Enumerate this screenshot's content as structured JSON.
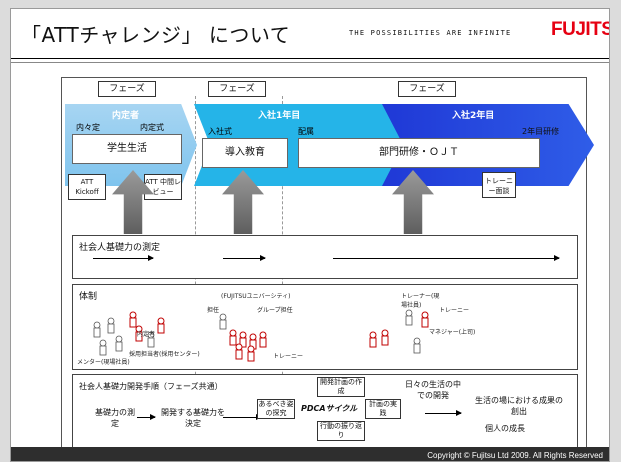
{
  "header": {
    "title": "「ATTチャレンジ」 について",
    "tagline": "THE POSSIBILITIES ARE INFINITE",
    "logo": "FUJITSU"
  },
  "phases": {
    "tab1": "フェーズ",
    "tab2": "フェーズ",
    "tab3": "フェーズ",
    "p1": {
      "title": "内定者",
      "left_label": "内々定",
      "right_label": "内定式",
      "box": "学生生活",
      "sub1": "ATT Kickoff",
      "sub2": "ATT 中間レビュー"
    },
    "p2": {
      "title": "入社1年目",
      "left_label": "入社式",
      "right_label": "配属",
      "box": "導入教育",
      "box2": "部門研修・ＯＪＴ"
    },
    "p3": {
      "title": "入社2年目",
      "right_label": "2年目研修",
      "sub": "トレーニー面談"
    }
  },
  "measurement": {
    "title": "社会人基礎力の測定"
  },
  "structure": {
    "title": "体制",
    "labels": [
      "内定者",
      "メンター(現場社員)",
      "採用担当者(採用センター)",
      "(FUJITSUユニバーシティ)",
      "担任",
      "グループ担任",
      "トレーニー",
      "トレーナー(現場社員)",
      "トレーニー",
      "マネジャー(上司)"
    ]
  },
  "procedure": {
    "title": "社会人基礎力開発手順（フェーズ共通）",
    "step1": "基礎力の測定",
    "step2": "開発する基礎力を決定",
    "plan": "開発計画の作成",
    "inquiry": "あるべき姿の探究",
    "cycle": "PDCAサイクル",
    "execute": "計画の実践",
    "reflect": "行動の振り返り",
    "daily": "日々の生活の中での開発",
    "result1": "生活の場における成果の創出",
    "result2": "個人の成長"
  },
  "footer": {
    "copyright": "Copyright © Fujitsu Ltd 2009. All Rights Reserved"
  }
}
